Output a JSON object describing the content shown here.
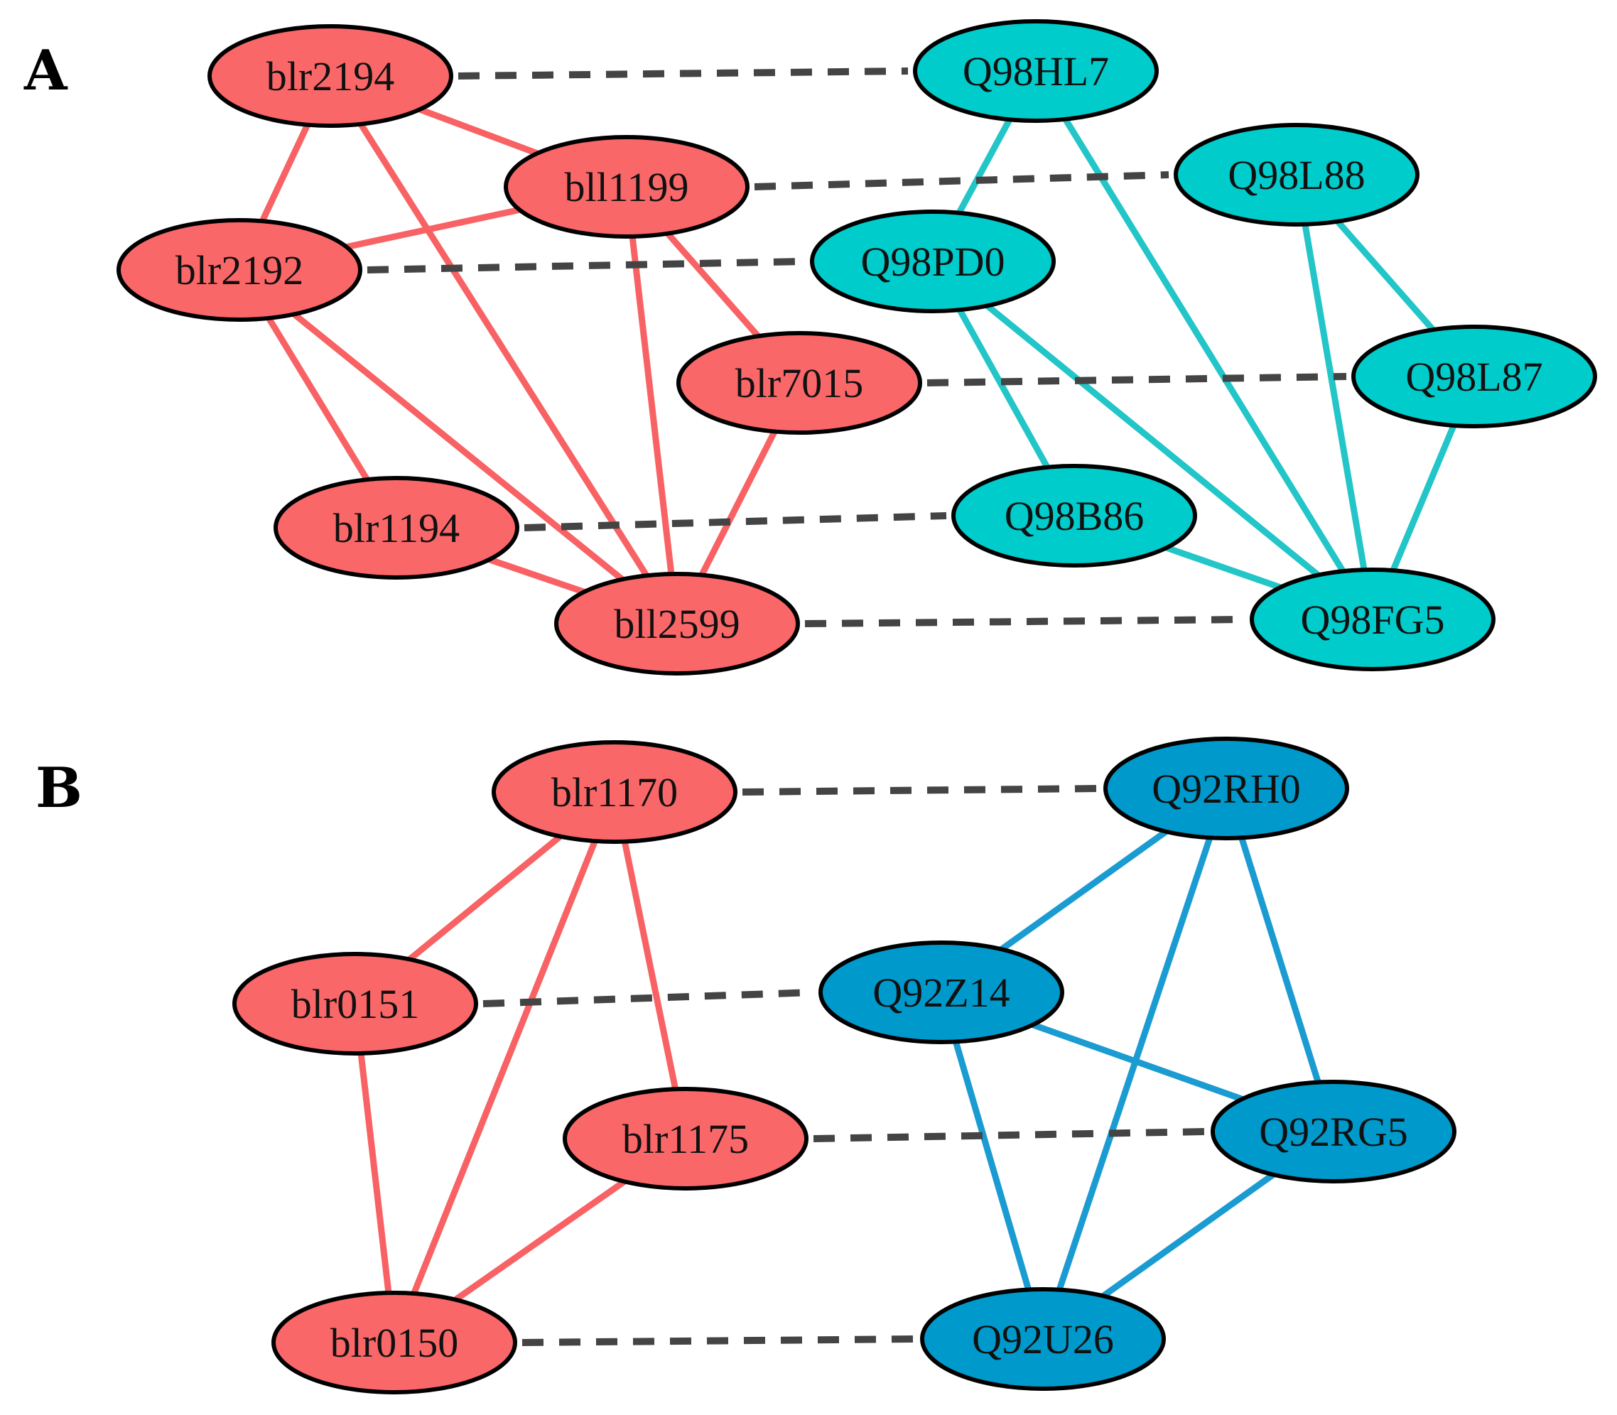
{
  "colors": {
    "left_group": "#fa6769",
    "left_edge": "#f86264",
    "right_group_a": "#00cccc",
    "right_edge_a": "#22c5c8",
    "right_group_b": "#0099cc",
    "right_edge_b": "#1a9bd2",
    "ortholog_link": "#444444"
  },
  "panels": [
    {
      "id": "A",
      "label": "A",
      "left_nodes": [
        "blr2194",
        "bll1199",
        "blr2192",
        "blr7015",
        "blr1194",
        "bll2599"
      ],
      "right_nodes": [
        "Q98HL7",
        "Q98L88",
        "Q98PD0",
        "Q98L87",
        "Q98B86",
        "Q98FG5"
      ],
      "left_edges": [
        [
          "blr2194",
          "bll1199"
        ],
        [
          "blr2194",
          "blr2192"
        ],
        [
          "blr2194",
          "bll2599"
        ],
        [
          "bll1199",
          "blr2192"
        ],
        [
          "bll1199",
          "bll2599"
        ],
        [
          "bll1199",
          "blr7015"
        ],
        [
          "blr2192",
          "blr1194"
        ],
        [
          "blr2192",
          "bll2599"
        ],
        [
          "blr7015",
          "bll2599"
        ],
        [
          "blr1194",
          "bll2599"
        ]
      ],
      "right_edges": [
        [
          "Q98HL7",
          "Q98PD0"
        ],
        [
          "Q98HL7",
          "Q98FG5"
        ],
        [
          "Q98L88",
          "Q98L87"
        ],
        [
          "Q98L88",
          "Q98FG5"
        ],
        [
          "Q98PD0",
          "Q98B86"
        ],
        [
          "Q98PD0",
          "Q98FG5"
        ],
        [
          "Q98L87",
          "Q98FG5"
        ],
        [
          "Q98B86",
          "Q98FG5"
        ]
      ],
      "links": [
        [
          "blr2194",
          "Q98HL7"
        ],
        [
          "bll1199",
          "Q98L88"
        ],
        [
          "blr2192",
          "Q98PD0"
        ],
        [
          "blr7015",
          "Q98L87"
        ],
        [
          "blr1194",
          "Q98B86"
        ],
        [
          "bll2599",
          "Q98FG5"
        ]
      ]
    },
    {
      "id": "B",
      "label": "B",
      "left_nodes": [
        "blr1170",
        "blr0151",
        "blr1175",
        "blr0150"
      ],
      "right_nodes": [
        "Q92RH0",
        "Q92Z14",
        "Q92RG5",
        "Q92U26"
      ],
      "left_edges": [
        [
          "blr1170",
          "blr0151"
        ],
        [
          "blr1170",
          "blr0150"
        ],
        [
          "blr1170",
          "blr1175"
        ],
        [
          "blr0151",
          "blr0150"
        ],
        [
          "blr1175",
          "blr0150"
        ]
      ],
      "right_edges": [
        [
          "Q92RH0",
          "Q92Z14"
        ],
        [
          "Q92RH0",
          "Q92U26"
        ],
        [
          "Q92RH0",
          "Q92RG5"
        ],
        [
          "Q92Z14",
          "Q92RG5"
        ],
        [
          "Q92Z14",
          "Q92U26"
        ],
        [
          "Q92RG5",
          "Q92U26"
        ]
      ],
      "links": [
        [
          "blr1170",
          "Q92RH0"
        ],
        [
          "blr0151",
          "Q92Z14"
        ],
        [
          "blr1175",
          "Q92RG5"
        ],
        [
          "blr0150",
          "Q92U26"
        ]
      ]
    }
  ]
}
